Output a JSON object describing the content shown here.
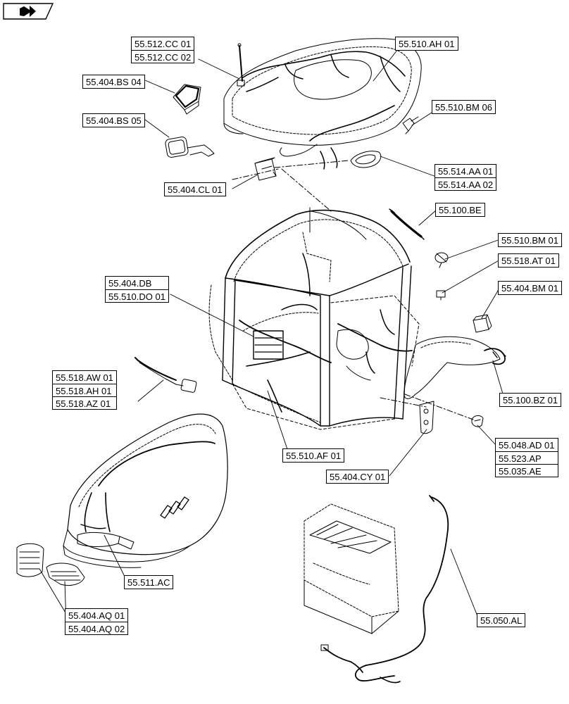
{
  "nav": {
    "icon": "next-page-arrow-icon"
  },
  "labels": {
    "l_512cc": [
      "55.512.CC 01",
      "55.512.CC 02"
    ],
    "l_510ah": [
      "55.510.AH 01"
    ],
    "l_404bs04": [
      "55.404.BS 04"
    ],
    "l_404bs05": [
      "55.404.BS 05"
    ],
    "l_510bm06": [
      "55.510.BM 06"
    ],
    "l_514aa": [
      "55.514.AA 01",
      "55.514.AA 02"
    ],
    "l_404cl": [
      "55.404.CL 01"
    ],
    "l_100be": [
      "55.100.BE"
    ],
    "l_510bm01": [
      "55.510.BM 01"
    ],
    "l_518at": [
      "55.518.AT 01"
    ],
    "l_404db": [
      "55.404.DB",
      "55.510.DO 01"
    ],
    "l_404bm": [
      "55.404.BM 01"
    ],
    "l_518": [
      "55.518.AW 01",
      "55.518.AH 01",
      "55.518.AZ 01"
    ],
    "l_100bz": [
      "55.100.BZ 01"
    ],
    "l_048": [
      "55.048.AD 01",
      "55.523.AP",
      "55.035.AE"
    ],
    "l_510af": [
      "55.510.AF 01"
    ],
    "l_404cy": [
      "55.404.CY 01"
    ],
    "l_511ac": [
      "55.511.AC"
    ],
    "l_404aq": [
      "55.404.AQ 01",
      "55.404.AQ 02"
    ],
    "l_050al": [
      "55.050.AL"
    ]
  }
}
